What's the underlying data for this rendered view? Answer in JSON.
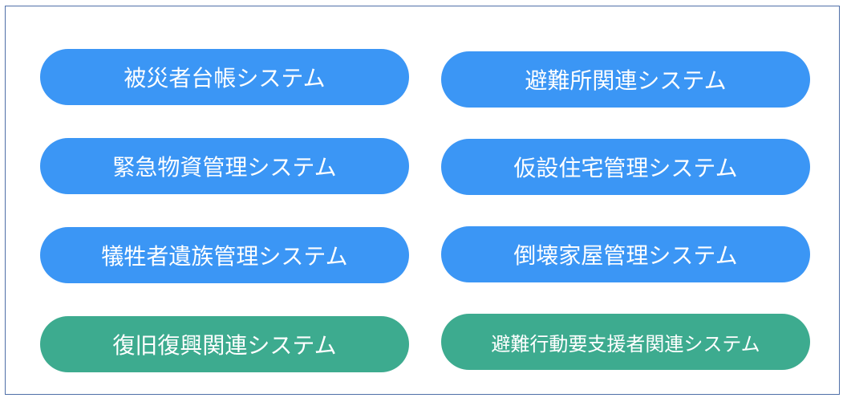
{
  "systems": {
    "items": [
      {
        "label": "被災者台帳システム",
        "color": "#3b96f5"
      },
      {
        "label": "避難所関連システム",
        "color": "#3b96f5"
      },
      {
        "label": "緊急物資管理システム",
        "color": "#3b96f5"
      },
      {
        "label": "仮設住宅管理システム",
        "color": "#3b96f5"
      },
      {
        "label": "犠牲者遺族管理システム",
        "color": "#3b96f5"
      },
      {
        "label": "倒壊家屋管理システム",
        "color": "#3b96f5"
      },
      {
        "label": "復旧復興関連システム",
        "color": "#3dab8f"
      },
      {
        "label": "避難行動要支援者関連システム",
        "color": "#3dab8f"
      }
    ]
  },
  "colors": {
    "blue": "#3b96f5",
    "green": "#3dab8f",
    "frame_border": "#4f6fa8"
  }
}
